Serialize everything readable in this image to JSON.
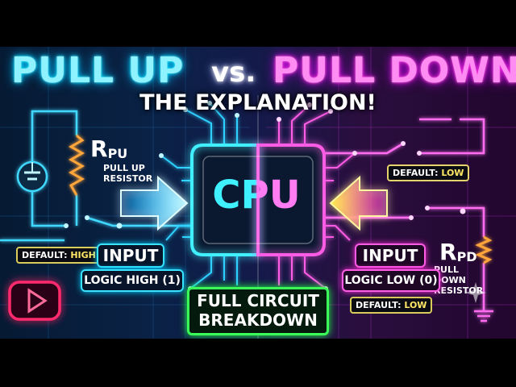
{
  "title": {
    "left": "PULL UP",
    "vs": "vs.",
    "right": "PULL DOWN",
    "subtitle": "THE EXPLANATION!"
  },
  "cpu": {
    "label": "CPU"
  },
  "pull_up": {
    "resistor_main": "R",
    "resistor_sub": "PU",
    "resistor_desc": "PULL UP RESISTOR",
    "default_label": "DEFAULT: ",
    "default_value": "HIGH",
    "input_label": "INPUT",
    "logic_label": "LOGIC HIGH (1)"
  },
  "pull_down": {
    "resistor_main": "R",
    "resistor_sub": "PD",
    "resistor_desc": "PULL DOWN RESISTOR",
    "default_top_label": "DEFAULT: ",
    "default_top_value": "LOW",
    "default_bottom_label": "DEFAULT: ",
    "default_bottom_value": "LOW",
    "input_label": "INPUT",
    "logic_label": "LOGIC LOW (0)"
  },
  "banner": {
    "line1": "FULL CIRCUIT",
    "line2": "BREAKDOWN"
  },
  "colors": {
    "pull_up_accent": "#00e5ff",
    "pull_down_accent": "#ff2fd8",
    "arrow_left": "#7ff0ff",
    "arrow_right": "#ffe61a",
    "banner_border": "#3cff5a",
    "badge_border": "#d9cc5a",
    "play_button": "#ff2a6d"
  },
  "icons": {
    "battery": "battery-icon",
    "resistor_up": "zigzag-resistor-icon",
    "resistor_down": "zigzag-resistor-icon",
    "ground": "ground-icon",
    "play": "play-button-icon",
    "sparkle": "sparkle-icon"
  }
}
